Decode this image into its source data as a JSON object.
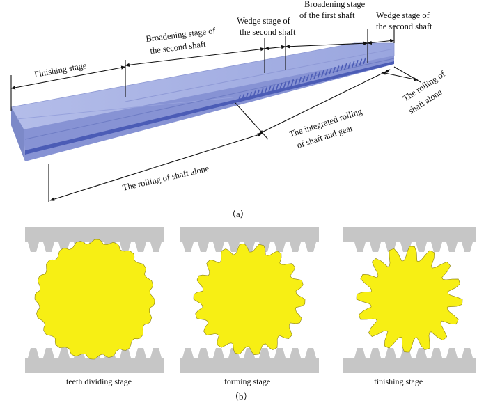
{
  "part_a": {
    "caption": "（a）",
    "labels": {
      "finishing_stage": "Finishing stage",
      "broadening_second_1": "Broadening stage of",
      "broadening_second_2": "the second shaft",
      "wedge_second_a_1": "Wedge stage of",
      "wedge_second_a_2": "the second shaft",
      "broadening_first_1": "Broadening stage",
      "broadening_first_2": "of the first shaft",
      "wedge_second_b_1": "Wedge stage of",
      "wedge_second_b_2": "the second shaft",
      "rolling_alone_right_1": "The rolling of",
      "rolling_alone_right_2": "shaft alone",
      "integrated_1": "The integrated rolling",
      "integrated_2": "of shaft and gear",
      "rolling_alone_bottom": "The rolling of shaft alone"
    }
  },
  "part_b": {
    "caption": "（b）",
    "panels": [
      {
        "label": "teeth dividing stage"
      },
      {
        "label": "forming stage"
      },
      {
        "label": "finishing stage"
      }
    ]
  },
  "colors": {
    "plate_top": "#a8b3e6",
    "plate_front": "#8e9bd8",
    "plate_side": "#7d8ac9",
    "groove": "#4f60b8",
    "rack": "#c6c6c6",
    "gear": "#f7ef14"
  }
}
